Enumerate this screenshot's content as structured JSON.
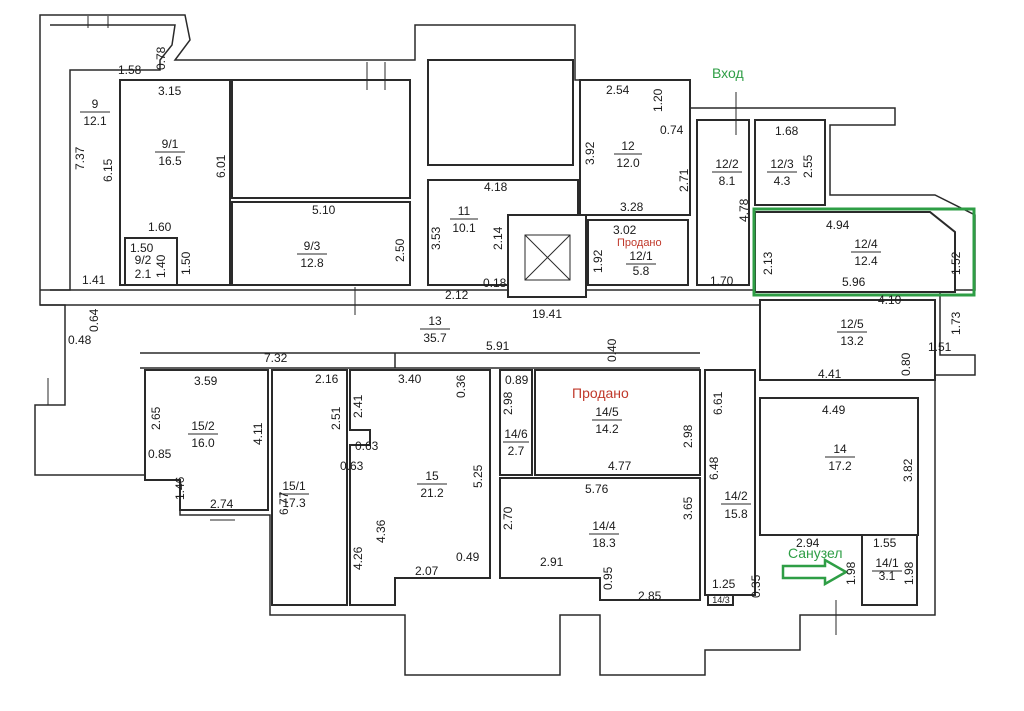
{
  "annotations": {
    "entrance": "Вход",
    "sold_1": "Продано",
    "sold_2": "Продано",
    "bathroom": "Санузел"
  },
  "colors": {
    "highlight": "#2e9e45",
    "sold": "#c0392b",
    "wall": "#2a2a2a"
  },
  "rooms": {
    "r9": {
      "num": "9",
      "area": "12.1"
    },
    "r9_1": {
      "num": "9/1",
      "area": "16.5"
    },
    "r9_2": {
      "num": "9/2",
      "area": "2.1"
    },
    "r9_3": {
      "num": "9/3",
      "area": "12.8"
    },
    "r11": {
      "num": "11",
      "area": "10.1"
    },
    "r12": {
      "num": "12",
      "area": "12.0"
    },
    "r12_1": {
      "num": "12/1",
      "area": "5.8"
    },
    "r12_2": {
      "num": "12/2",
      "area": "8.1"
    },
    "r12_3": {
      "num": "12/3",
      "area": "4.3"
    },
    "r12_4": {
      "num": "12/4",
      "area": "12.4"
    },
    "r12_5": {
      "num": "12/5",
      "area": "13.2"
    },
    "r13": {
      "num": "13",
      "area": "35.7"
    },
    "r14": {
      "num": "14",
      "area": "17.2"
    },
    "r14_1": {
      "num": "14/1",
      "area": "3.1"
    },
    "r14_2": {
      "num": "14/2",
      "area": "15.8"
    },
    "r14_3": {
      "num": "14/3"
    },
    "r14_4": {
      "num": "14/4",
      "area": "18.3"
    },
    "r14_5": {
      "num": "14/5",
      "area": "14.2"
    },
    "r14_6": {
      "num": "14/6",
      "area": "2.7"
    },
    "r15": {
      "num": "15",
      "area": "21.2"
    },
    "r15_1": {
      "num": "15/1",
      "area": "17.3"
    },
    "r15_2": {
      "num": "15/2",
      "area": "16.0"
    }
  },
  "dims": {
    "d01": "1.58",
    "d02": "0.78",
    "d03": "3.15",
    "d04": "7.37",
    "d05": "6.15",
    "d06": "6.01",
    "d07": "1.60",
    "d08": "1.50",
    "d09": "1.40",
    "d10": "1.50",
    "d11": "1.41",
    "d12": "5.10",
    "d13": "2.50",
    "d14": "4.18",
    "d15": "3.53",
    "d16": "2.14",
    "d17": "0.18",
    "d18": "2.12",
    "d19": "2.54",
    "d20": "1.20",
    "d21": "0.74",
    "d22": "3.92",
    "d23": "2.71",
    "d24": "3.28",
    "d25": "3.02",
    "d26": "1.92",
    "d27": "1.70",
    "d28": "4.78",
    "d29": "1.68",
    "d30": "2.55",
    "d31": "4.94",
    "d32": "2.13",
    "d33": "1.52",
    "d34": "5.96",
    "d35": "4.10",
    "d36": "1.73",
    "d37": "1.51",
    "d38": "0.80",
    "d39": "4.41",
    "d40": "19.41",
    "d41": "0.64",
    "d42": "0.48",
    "d43": "7.32",
    "d44": "5.91",
    "d45": "0.40",
    "d46": "3.59",
    "d47": "2.16",
    "d48": "3.40",
    "d49": "0.36",
    "d50": "2.65",
    "d51": "4.11",
    "d52": "0.85",
    "d53": "1.46",
    "d54": "2.74",
    "d55": "2.51",
    "d56": "2.41",
    "d57": "0.63",
    "d58": "0.63",
    "d59": "6.77",
    "d60": "4.26",
    "d61": "4.36",
    "d62": "5.25",
    "d63": "2.07",
    "d64": "0.49",
    "d65": "0.89",
    "d66": "2.98",
    "d67": "2.98",
    "d68": "4.77",
    "d69": "5.76",
    "d70": "2.70",
    "d71": "3.65",
    "d72": "2.91",
    "d73": "0.95",
    "d74": "2.85",
    "d75": "6.61",
    "d76": "6.48",
    "d77": "4.49",
    "d78": "3.82",
    "d79": "2.94",
    "d80": "1.55",
    "d81": "1.98",
    "d82": "1.98",
    "d83": "1.25",
    "d84": "0.35"
  }
}
